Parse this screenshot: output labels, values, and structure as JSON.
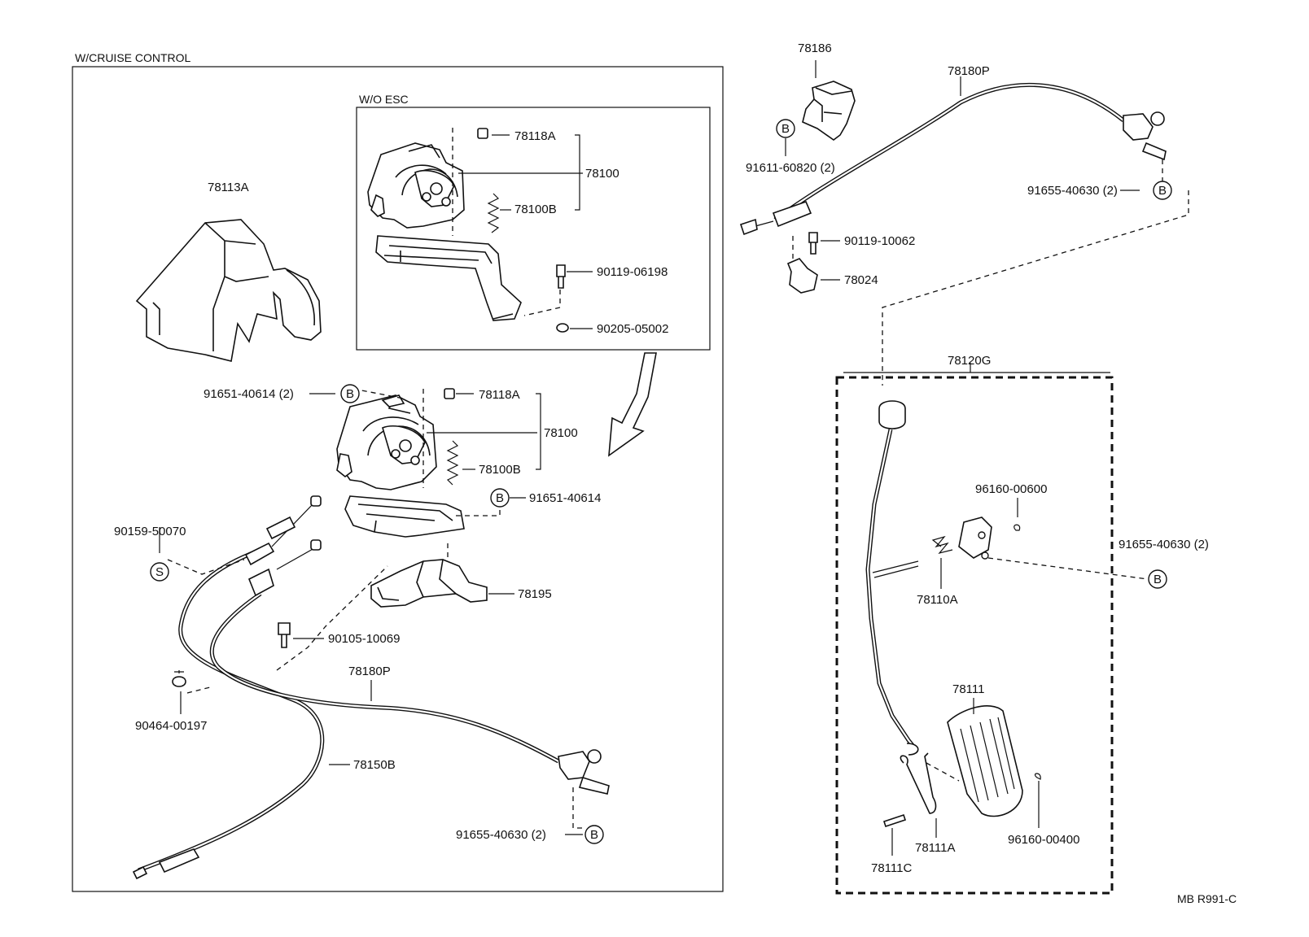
{
  "panels": {
    "cruise_title": "W/CRUISE CONTROL",
    "wo_esc_title": "W/O ESC"
  },
  "circle_marks": {
    "b": "B",
    "s": "S"
  },
  "labels": {
    "p78113A": "78113A",
    "p78118A_inset": "78118A",
    "p78100_inset": "78100",
    "p78100B_inset": "78100B",
    "p90119_06198": "90119-06198",
    "p90205_05002": "90205-05002",
    "p91651_40614_2": "91651-40614 (2)",
    "p78118A": "78118A",
    "p78100": "78100",
    "p78100B": "78100B",
    "p91651_40614": "91651-40614",
    "p90159_50070": "90159-50070",
    "p78195": "78195",
    "p90105_10069": "90105-10069",
    "p78180P_left": "78180P",
    "p90464_00197": "90464-00197",
    "p78150B": "78150B",
    "p91655_40630_2_left": "91655-40630 (2)",
    "p78186": "78186",
    "p78180P_right": "78180P",
    "p91611_60820_2": "91611-60820 (2)",
    "p91655_40630_2_top": "91655-40630 (2)",
    "p90119_10062": "90119-10062",
    "p78024": "78024",
    "p78120G": "78120G",
    "p96160_00600": "96160-00600",
    "p91655_40630_2_right": "91655-40630 (2)",
    "p78110A": "78110A",
    "p78111": "78111",
    "p78111A": "78111A",
    "p96160_00400": "96160-00400",
    "p78111C": "78111C"
  },
  "footer": {
    "code": "MB R991-C"
  }
}
